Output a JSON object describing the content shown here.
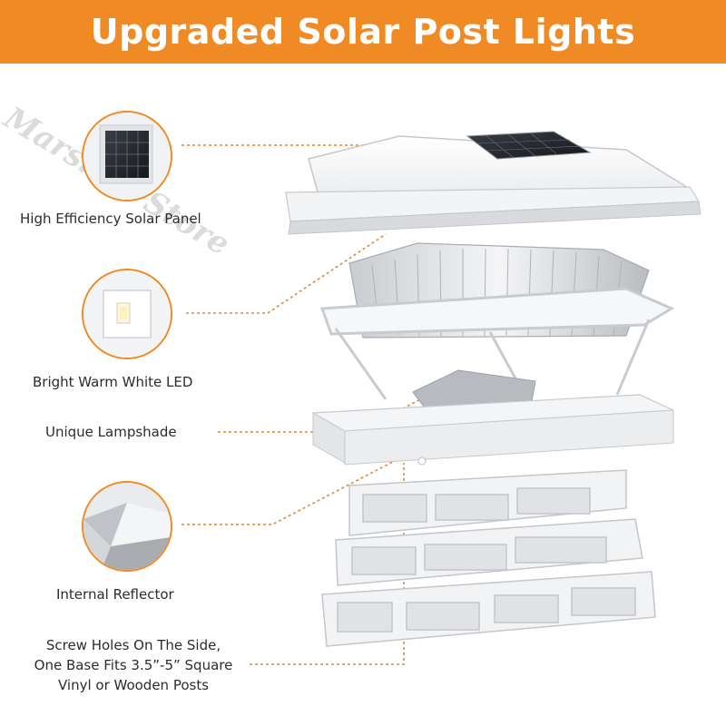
{
  "banner": {
    "title": "Upgraded Solar Post Lights",
    "background_color": "#f08a24"
  },
  "watermark": {
    "text": "Marshop Store"
  },
  "callouts": [
    {
      "icon": "solar-panel-icon",
      "label": "High Efficiency Solar Panel"
    },
    {
      "icon": "led-chip-icon",
      "label": "Bright Warm White LED"
    },
    {
      "icon": "lampshade-icon",
      "label": "Unique Lampshade"
    },
    {
      "icon": "reflector-icon",
      "label": "Internal Reflector"
    },
    {
      "icon": "screw-hole-icon",
      "label_lines": [
        "Screw Holes On The Side,",
        "One Base Fits 3.5”-5” Square",
        "Vinyl or Wooden Posts"
      ]
    }
  ],
  "colors": {
    "accent": "#f08a24",
    "leader_line": "#d98a3a",
    "text": "#2c2c2c"
  }
}
